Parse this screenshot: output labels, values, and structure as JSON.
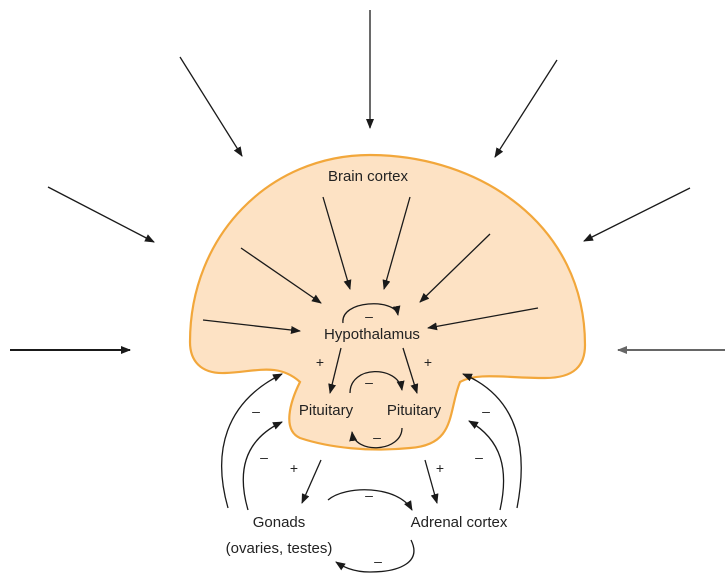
{
  "colors": {
    "region_fill": "#fde2c4",
    "region_stroke": "#f2a73b",
    "arrow": "#1a1a1a"
  },
  "labels": {
    "brain_cortex": "Brain cortex",
    "hypothalamus": "Hypothalamus",
    "pituitary_left": "Pituitary",
    "pituitary_right": "Pituitary",
    "gonads": "Gonads",
    "gonads_detail": "(ovaries, testes)",
    "adrenal_cortex": "Adrenal cortex"
  },
  "signs": {
    "plus": "+",
    "minus": "–"
  }
}
